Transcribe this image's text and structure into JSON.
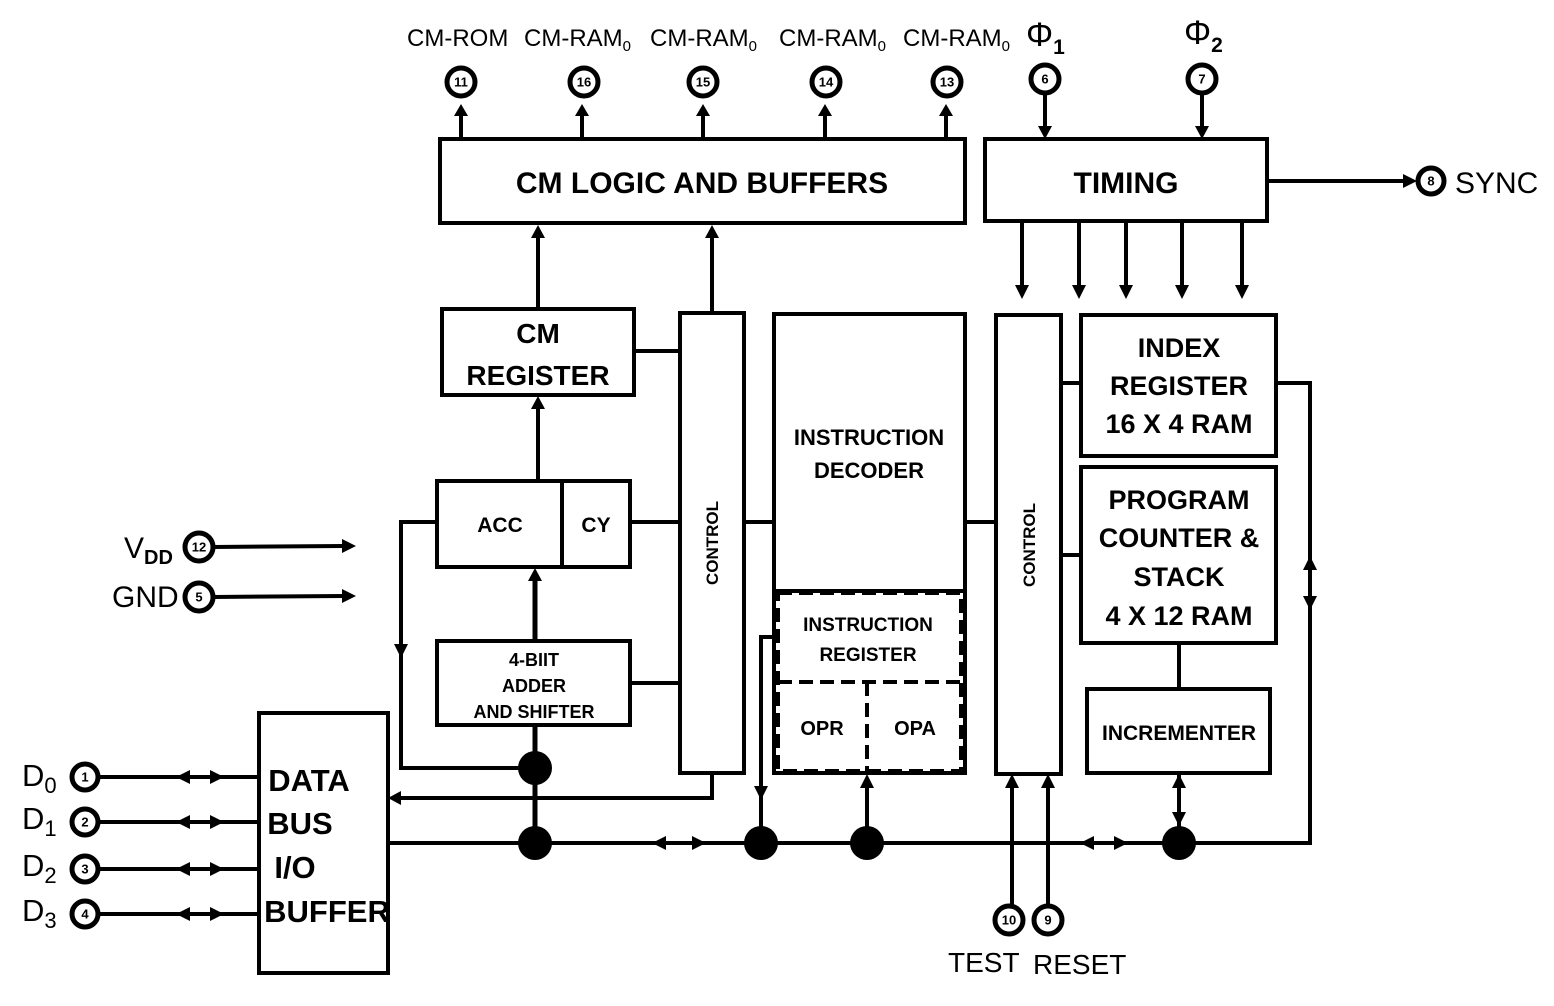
{
  "blocks": {
    "cm_logic": "CM LOGIC AND BUFFERS",
    "timing": "TIMING",
    "cm_register": [
      "CM",
      "REGISTER"
    ],
    "control_left": "CONTROL",
    "instruction_decoder": [
      "INSTRUCTION",
      "DECODER"
    ],
    "control_right": "CONTROL",
    "index_register": [
      "INDEX",
      "REGISTER",
      "16 X 4 RAM"
    ],
    "program_counter": [
      "PROGRAM",
      "COUNTER &",
      "STACK",
      "4 X 12 RAM"
    ],
    "acc": "ACC",
    "cy": "CY",
    "adder": [
      "4-BIIT",
      "ADDER",
      "AND SHIFTER"
    ],
    "instruction_register": [
      "INSTRUCTION",
      "REGISTER"
    ],
    "opr": "OPR",
    "opa": "OPA",
    "incrementer": "INCREMENTER",
    "data_bus": [
      "DATA",
      "BUS",
      "I/O",
      "BUFFER"
    ]
  },
  "pins": {
    "cm_rom": {
      "label": "CM-ROM",
      "number": "11"
    },
    "cm_ram_16": {
      "label": "CM-RAM",
      "sub": "0",
      "number": "16"
    },
    "cm_ram_15": {
      "label": "CM-RAM",
      "sub": "0",
      "number": "15"
    },
    "cm_ram_14": {
      "label": "CM-RAM",
      "sub": "0",
      "number": "14"
    },
    "cm_ram_13": {
      "label": "CM-RAM",
      "sub": "0",
      "number": "13"
    },
    "phi1": {
      "label": "Φ",
      "sub": "1",
      "number": "6"
    },
    "phi2": {
      "label": "Φ",
      "sub": "2",
      "number": "7"
    },
    "sync": {
      "label": "SYNC",
      "number": "8"
    },
    "vdd": {
      "label": "V",
      "sub": "DD",
      "number": "12"
    },
    "gnd": {
      "label": "GND",
      "number": "5"
    },
    "d0": {
      "label": "D",
      "sub": "0",
      "number": "1"
    },
    "d1": {
      "label": "D",
      "sub": "1",
      "number": "2"
    },
    "d2": {
      "label": "D",
      "sub": "2",
      "number": "3"
    },
    "d3": {
      "label": "D",
      "sub": "3",
      "number": "4"
    },
    "test": {
      "label": "TEST",
      "number": "10"
    },
    "reset": {
      "label": "RESET",
      "number": "9"
    }
  }
}
